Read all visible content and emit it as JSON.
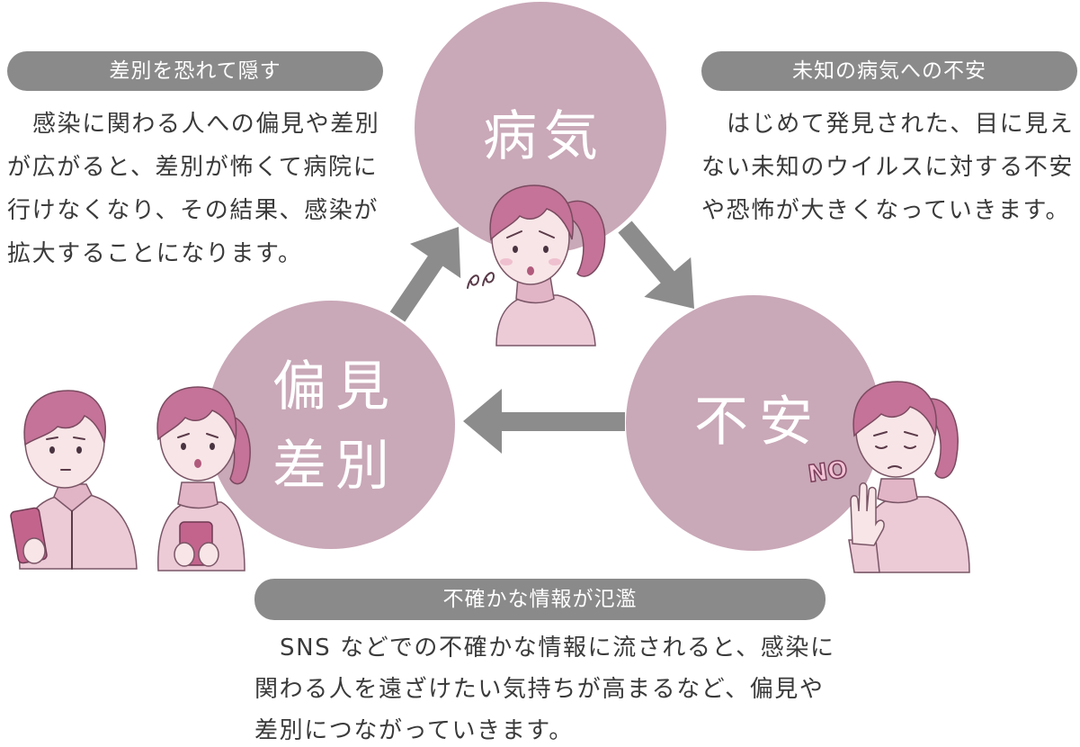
{
  "colors": {
    "heading_pill": "#8a8a8a",
    "cycle_circle": "#c9a8b7",
    "arrow": "#8c8c8c",
    "body_text": "#3a3a3a",
    "heading_text": "#ffffff",
    "circle_text": "#ffffff"
  },
  "cycle": {
    "disease": "病気",
    "prejudice": [
      "偏見",
      "差別"
    ],
    "anxiety": "不安"
  },
  "panels": {
    "hide": {
      "heading": "差別を恐れて隠す",
      "lines": [
        "感染に関わる人への偏見や差別",
        "が広がると、差別が怖くて病院に",
        "行けなくなり、その結果、感染が",
        "拡大することになります。"
      ]
    },
    "unknown_disease": {
      "heading": "未知の病気への不安",
      "lines": [
        "はじめて発見された、目に見え",
        "ない未知のウイルスに対する不安",
        "や恐怖が大きくなっていきます。"
      ]
    },
    "misinformation": {
      "heading": "不確かな情報が氾濫",
      "lines": [
        "SNS などでの不確かな情報に流されると、感染に",
        "関わる人を遠ざけたい気持ちが高まるなど、偏見や",
        "差別につながっていきます。"
      ]
    }
  },
  "illustrations": {
    "no_sign": "NO"
  }
}
